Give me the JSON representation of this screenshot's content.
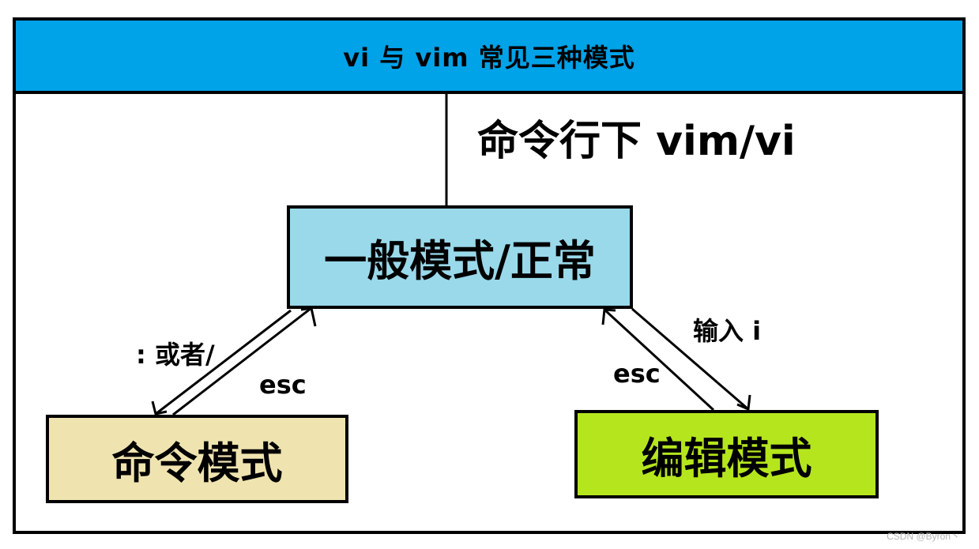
{
  "header": {
    "title": "vi 与 vim 常见三种模式"
  },
  "command_line_title": "命令行下 vim/vi",
  "modes": {
    "normal": "一般模式/正常",
    "command": "命令模式",
    "edit": "编辑模式"
  },
  "transitions": {
    "normal_to_command": ": 或者/",
    "command_to_normal": "esc",
    "edit_to_normal": "esc",
    "normal_to_edit": "输入 i"
  },
  "watermark": "CSDN @Byron丶",
  "colors": {
    "header": "#00a2e8",
    "normal_box": "#99d9ea",
    "command_box": "#efe4b0",
    "edit_box": "#b5e61d"
  }
}
